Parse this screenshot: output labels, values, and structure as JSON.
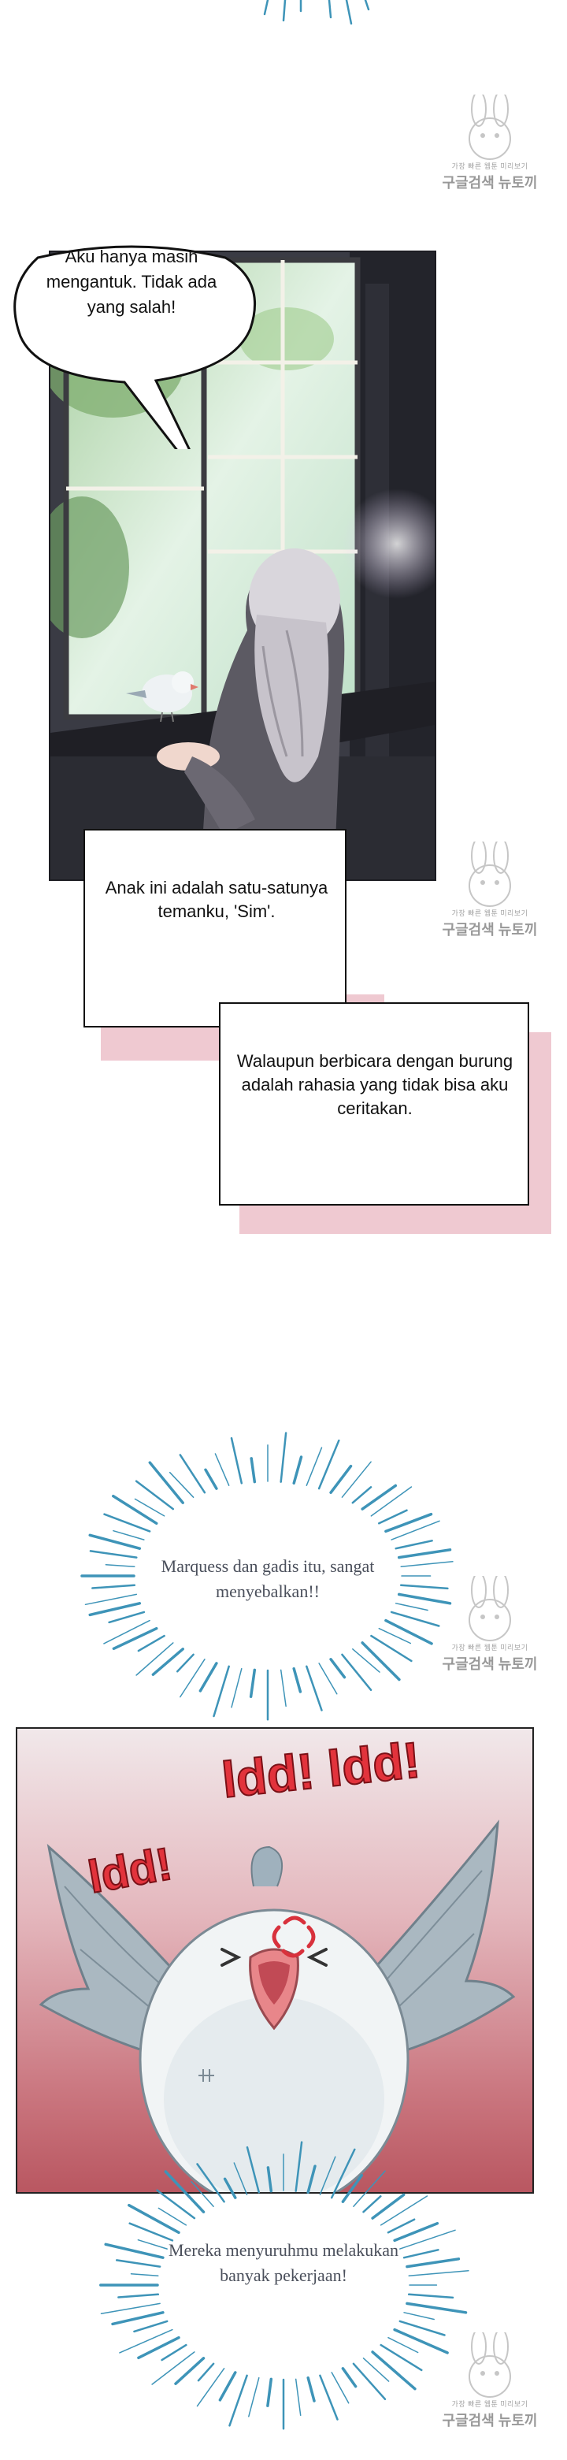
{
  "speech_bubble": {
    "text": "Aku hanya masih mengantuk. Tidak ada yang salah!"
  },
  "narration": [
    {
      "text": "Anak ini adalah satu-satunya temanku, 'Sim'."
    },
    {
      "text": "Walaupun berbicara dengan burung adalah rahasia yang tidak bisa aku ceritakan."
    }
  ],
  "thoughts": [
    {
      "text": "Marquess dan gadis itu, sangat menyebalkan!!"
    },
    {
      "text": "Mereka menyuruhmu melakukan banyak pekerjaan!"
    }
  ],
  "sfx": {
    "top": "ldd! ldd!",
    "left": "ldd!"
  },
  "watermark": {
    "small": "가장 빠른 웹툰 미리보기",
    "big": "구글검색 뉴토끼"
  },
  "colors": {
    "burst_lines": "#3e94b8",
    "pink_shadow": "#efc9d1",
    "panel2_red": "#b95761"
  }
}
